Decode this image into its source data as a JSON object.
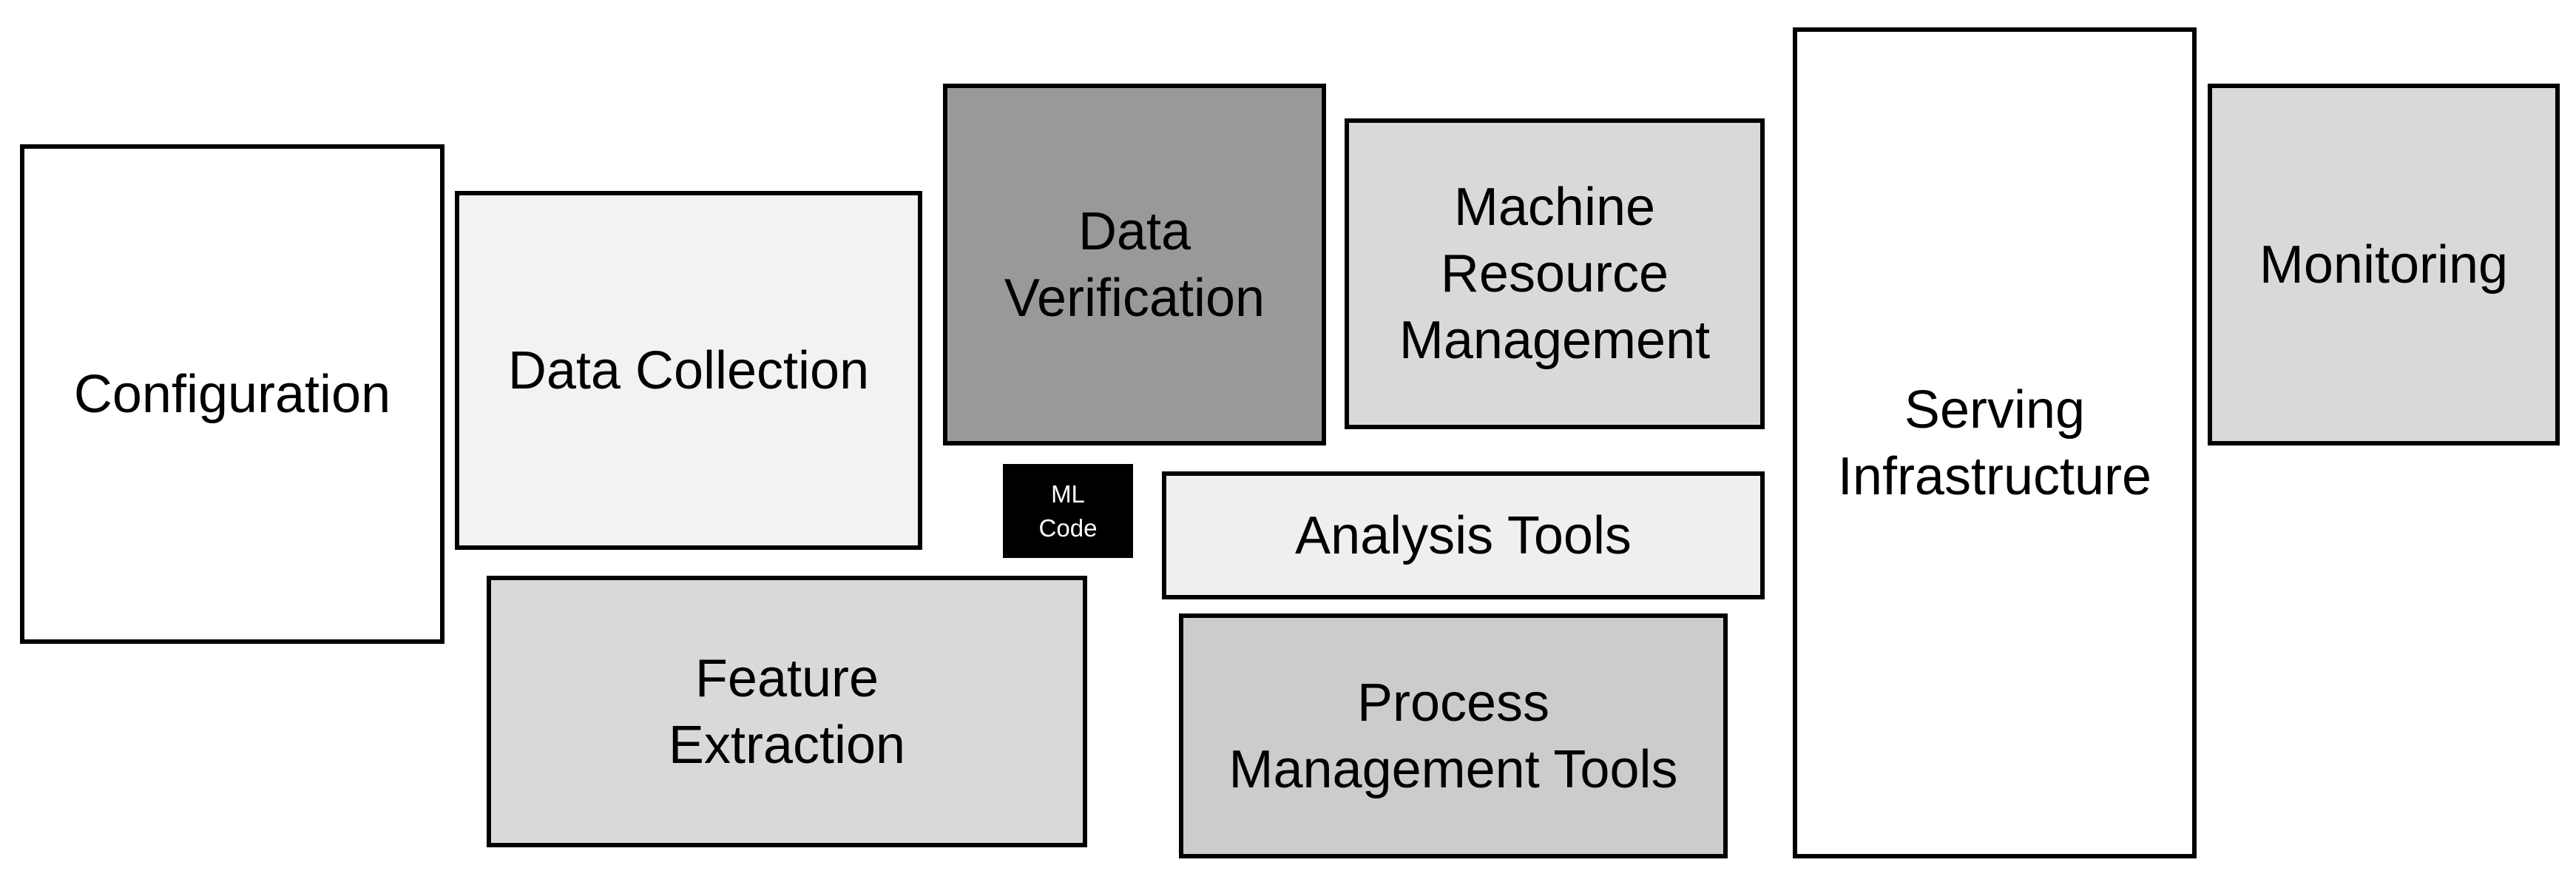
{
  "diagram": {
    "boxes": {
      "configuration": {
        "label": "Configuration",
        "fill": "#ffffff"
      },
      "data_collection": {
        "label": "Data Collection",
        "fill": "#f2f2f2"
      },
      "feature_extraction": {
        "label": "Feature\nExtraction",
        "fill": "#d9d9d9"
      },
      "data_verification": {
        "label": "Data\nVerification",
        "fill": "#999999"
      },
      "ml_code": {
        "label": "ML\nCode",
        "fill": "#000000"
      },
      "machine_resource_management": {
        "label": "Machine\nResource\nManagement",
        "fill": "#d9d9d9"
      },
      "analysis_tools": {
        "label": "Analysis Tools",
        "fill": "#efefef"
      },
      "process_management_tools": {
        "label": "Process\nManagement Tools",
        "fill": "#cccccc"
      },
      "serving_infrastructure": {
        "label": "Serving\nInfrastructure",
        "fill": "#ffffff"
      },
      "monitoring": {
        "label": "Monitoring",
        "fill": "#d9d9d9"
      }
    }
  }
}
